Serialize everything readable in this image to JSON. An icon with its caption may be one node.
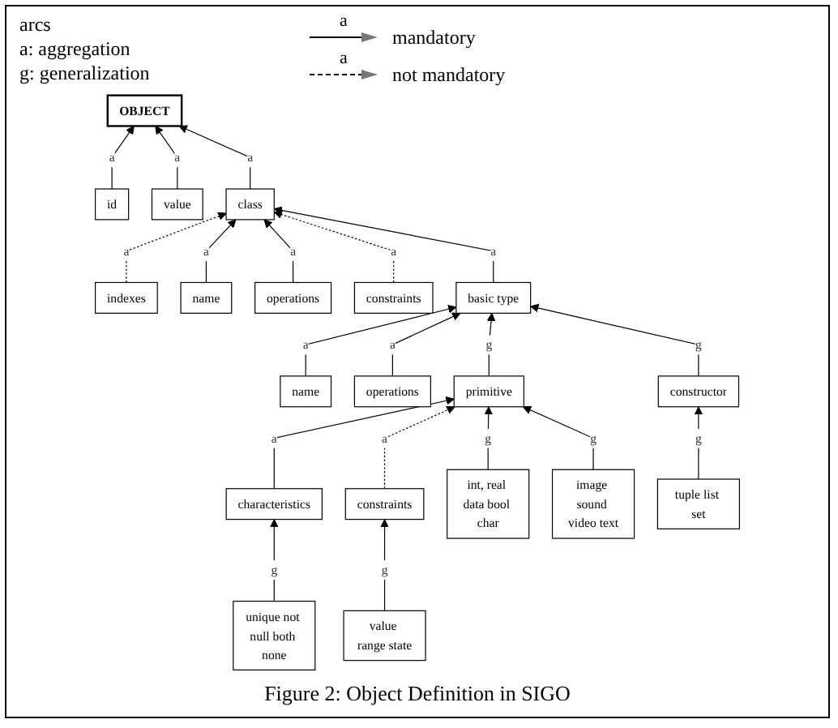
{
  "diagram": {
    "caption": "Figure 2: Object Definition in SIGO",
    "nodes": [
      {
        "text": [
          "OBJECT"
        ]
      },
      {
        "text": [
          "id"
        ]
      },
      {
        "text": [
          "value"
        ]
      },
      {
        "text": [
          "indexes"
        ]
      },
      {
        "text": [
          "name"
        ]
      },
      {
        "text": [
          "class"
        ]
      },
      {
        "text": [
          "operations"
        ]
      },
      {
        "text": [
          "constraints"
        ]
      },
      {
        "text": [
          "basic type"
        ]
      },
      {
        "text": [
          "name"
        ]
      },
      {
        "text": [
          "operations"
        ]
      },
      {
        "text": [
          "characteristics"
        ]
      },
      {
        "text": [
          "primitive"
        ]
      },
      {
        "text": [
          "constructor"
        ]
      },
      {
        "text": [
          "constraints"
        ]
      },
      {
        "text": [
          "unique not null both none"
        ]
      },
      {
        "text": [
          "value range state"
        ]
      },
      {
        "text": [
          "int, real data bool char"
        ]
      },
      {
        "text": [
          "image sound video text"
        ]
      },
      {
        "text": [
          "tuple list set"
        ]
      }
    ],
    "edges": [
      {
        "from": 1,
        "to": 0,
        "arrow": "to",
        "label": "a"
      },
      {
        "from": 2,
        "to": 0,
        "arrow": "to",
        "label": "a"
      },
      {
        "from": 5,
        "to": 0,
        "arrow": "to",
        "label": "a"
      },
      {
        "from": 3,
        "to": 5,
        "arrow": "to",
        "label": "a",
        "style": "dashed"
      },
      {
        "from": 4,
        "to": 5,
        "arrow": "to",
        "label": "a"
      },
      {
        "from": 6,
        "to": 5,
        "arrow": "to",
        "label": "a"
      },
      {
        "from": 7,
        "to": 5,
        "arrow": "to",
        "label": "a",
        "style": "dashed"
      },
      {
        "from": 8,
        "to": 5,
        "arrow": "to",
        "label": "a"
      },
      {
        "from": 9,
        "to": 8,
        "arrow": "to",
        "label": "a"
      },
      {
        "from": 10,
        "to": 8,
        "arrow": "to",
        "label": "a"
      },
      {
        "from": 12,
        "to": 8,
        "arrow": "to",
        "label": "g"
      },
      {
        "from": 13,
        "to": 8,
        "arrow": "to",
        "label": "g"
      },
      {
        "from": 11,
        "to": 12,
        "arrow": "to",
        "label": "a"
      },
      {
        "from": 14,
        "to": 12,
        "arrow": "to",
        "label": "a",
        "style": "dashed"
      },
      {
        "from": 15,
        "to": 11,
        "arrow": "to",
        "label": "g"
      },
      {
        "from": 16,
        "to": 14,
        "arrow": "to",
        "label": "g"
      },
      {
        "from": 17,
        "to": 12,
        "arrow": "to",
        "label": "g"
      },
      {
        "from": 18,
        "to": 12,
        "arrow": "to",
        "label": "g"
      },
      {
        "from": 19,
        "to": 13,
        "arrow": "to",
        "label": "g"
      }
    ],
    "labels": [
      "arcs",
      "a: aggregation",
      "g: generalization",
      "a",
      "a"
    ],
    "legend": [
      {
        "text": "mandatory"
      },
      {
        "text": "not mandatory"
      }
    ]
  }
}
